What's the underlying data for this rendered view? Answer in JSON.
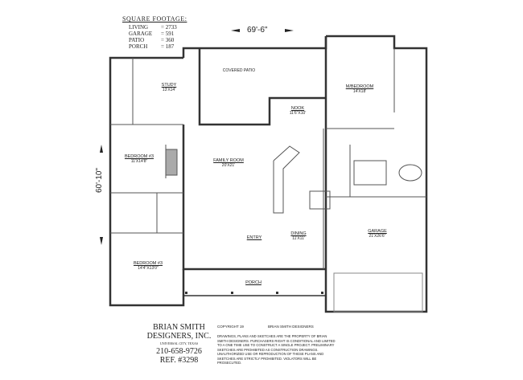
{
  "square_footage": {
    "title": "SQUARE FOOTAGE:",
    "rows": [
      {
        "label": "LIVING",
        "value": "= 2733"
      },
      {
        "label": "GARAGE",
        "value": "= 591"
      },
      {
        "label": "PATIO",
        "value": "= 360"
      },
      {
        "label": "PORCH",
        "value": "= 187"
      }
    ]
  },
  "dimensions": {
    "width": "69'-6\"",
    "depth": "60'-10\""
  },
  "rooms": [
    {
      "name": "STUDY",
      "size": "13'X14'"
    },
    {
      "name": "COVERED PATIO",
      "size": ""
    },
    {
      "name": "M/BEDROOM",
      "size": "14'X18'"
    },
    {
      "name": "NOOK",
      "size": "11'6\"X10'"
    },
    {
      "name": "BEDROOM #3",
      "size": "11'X14'8\""
    },
    {
      "name": "FAMILY ROOM",
      "size": "20'X21'"
    },
    {
      "name": "ENTRY",
      "size": ""
    },
    {
      "name": "DINING",
      "size": "11'X11'"
    },
    {
      "name": "GARAGE",
      "size": "21'X26'6\""
    },
    {
      "name": "BEDROOM #3",
      "size": "14'4\"X13'0\""
    },
    {
      "name": "PORCH",
      "size": ""
    }
  ],
  "designer": {
    "line1": "BRIAN SMITH",
    "line2": "DESIGNERS, INC.",
    "city": "UNIVERSAL CITY, TEXAS",
    "phone": "210-658-9726",
    "ref": "REF. #3298"
  },
  "copyright": {
    "label": "COPYRIGHT 19",
    "owner": "BRIAN SMITH DESIGNERS",
    "notice": "DRAWINGS, PLANS AND SKETCHES ARE THE PROPERTY OF BRIAN SMITH DESIGNERS. PURCHASERS RIGHT IS CONDITIONAL AND LIMITED TO A ONE TIME USE TO CONSTRUCT A SINGLE PROJECT. PRELIMINARY SKETCHES ARE PROHIBITED AS CONSTRUCTION DRAWINGS. UNAUTHORIZED USE OR REPRODUCTION OF THESE PLANS AND SKETCHES ARE STRICTLY PROHIBITED. VIOLATORS WILL BE PROSECUTED."
  }
}
